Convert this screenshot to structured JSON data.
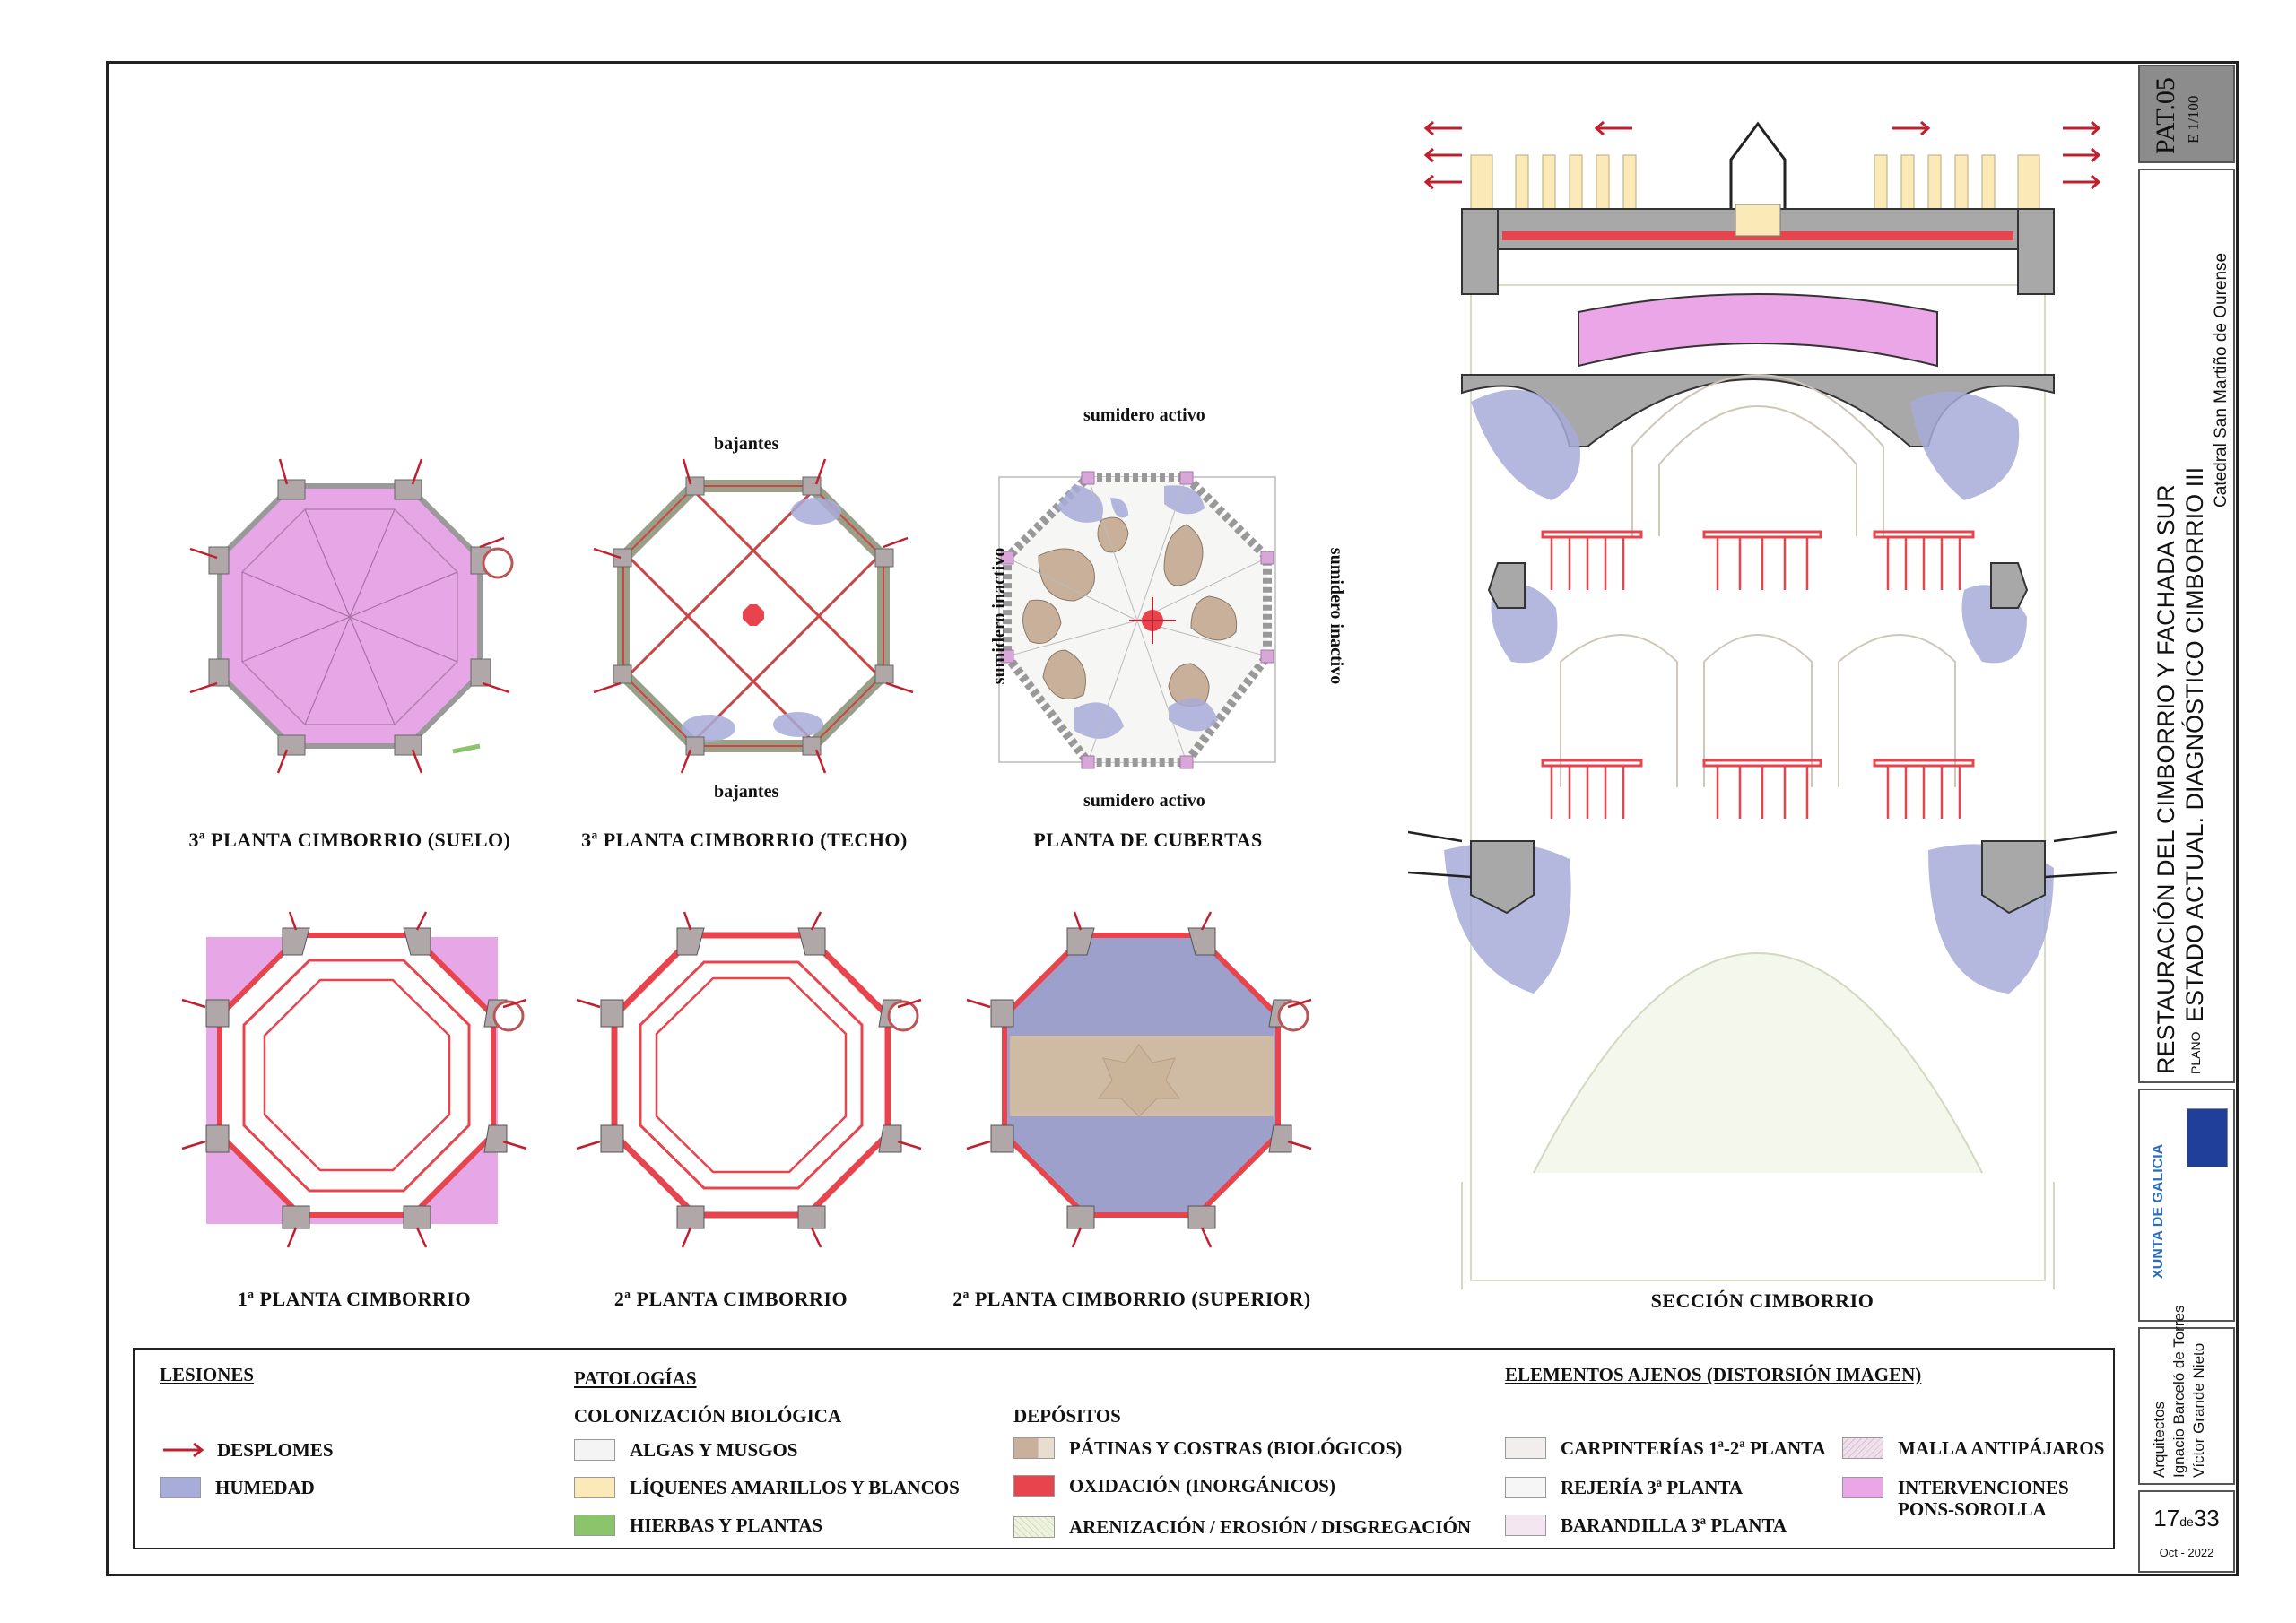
{
  "plans_top": {
    "suelo_caption": "3ª PLANTA CIMBORRIO (SUELO)",
    "techo_caption": "3ª PLANTA CIMBORRIO (TECHO)",
    "cubiertas_caption": "PLANTA DE CUBERTAS",
    "bajantes_top": "bajantes",
    "bajantes_bottom": "bajantes",
    "sumidero_activo_top": "sumidero activo",
    "sumidero_activo_bottom": "sumidero activo",
    "sumidero_inactivo_left": "sumidero inactivo",
    "sumidero_inactivo_right": "sumidero inactivo"
  },
  "plans_bottom": {
    "primera_caption": "1ª PLANTA CIMBORRIO",
    "segunda_caption": "2ª PLANTA CIMBORRIO",
    "segunda_sup_caption": "2ª PLANTA CIMBORRIO (SUPERIOR)"
  },
  "section": {
    "caption": "SECCIÓN CIMBORRIO"
  },
  "legend": {
    "lesiones_title": "LESIONES",
    "desplomes": "DESPLOMES",
    "humedad": "HUMEDAD",
    "patologias_title": "PATOLOGÍAS",
    "colonizacion_title": "COLONIZACIÓN BIOLÓGICA",
    "algas": "ALGAS Y MUSGOS",
    "liquenes": "LÍQUENES AMARILLOS Y BLANCOS",
    "hierbas": "HIERBAS Y PLANTAS",
    "depositos_title": "DEPÓSITOS",
    "patinas": "PÁTINAS Y COSTRAS (BIOLÓGICOS)",
    "oxidacion": "OXIDACIÓN (INORGÁNICOS)",
    "arenizacion": "ARENIZACIÓN / EROSIÓN / DISGREGACIÓN",
    "ajenos_title": "ELEMENTOS AJENOS (DISTORSIÓN IMAGEN)",
    "carpinterias": "CARPINTERÍAS 1ª-2ª PLANTA",
    "rejeria": "REJERÍA 3ª PLANTA",
    "barandilla": "BARANDILLA 3ª PLANTA",
    "malla": "MALLA ANTIPÁJAROS",
    "intervenciones": "INTERVENCIONES PONS-SOROLLA",
    "colors": {
      "desplomes": "#c0202e",
      "humedad": "#a8acd8",
      "algas": "#f4f4f4",
      "liquenes": "#fbeab8",
      "hierbas": "#8cc46c",
      "patinas": "#c8b09a",
      "oxidacion": "#e8444e",
      "arenizacion": "#eef3e0",
      "carpinterias": "#f3eeee",
      "rejeria": "#f6f6f6",
      "barandilla": "#f4e6f0",
      "malla": "#efe0ec",
      "intervenciones": "#eba6e8"
    }
  },
  "title_block": {
    "sheet_code": "PAT.05",
    "scale": "E 1/100",
    "project_line1": "RESTAURACIÓN DEL CIMBORRIO Y FACHADA SUR",
    "plano_label": "PLANO",
    "plano_title": "ESTADO ACTUAL. DIAGNÓSTICO CIMBORRIO III",
    "catedral": "Catedral San Martiño de Ourense",
    "xunta": "XUNTA DE GALICIA",
    "arquitectos_label": "Arquitectos",
    "arquitecto_1": "Ignacio Barceló de Torres",
    "arquitecto_2": "Víctor Grande Nieto",
    "page_current": "17",
    "page_sep": "de",
    "page_total": "33",
    "date": "Oct - 2022"
  }
}
